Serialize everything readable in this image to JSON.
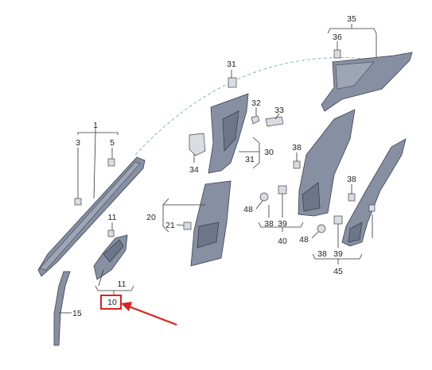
{
  "diagram": {
    "callouts": {
      "c1": "1",
      "c3": "3",
      "c5": "5",
      "c10": "10",
      "c11a": "11",
      "c11b": "11",
      "c15": "15",
      "c20": "20",
      "c21": "21",
      "c30": "30",
      "c31a": "31",
      "c31b": "31",
      "c32": "32",
      "c33": "33",
      "c34": "34",
      "c35": "35",
      "c36": "36",
      "c38a": "38",
      "c38b": "38",
      "c38c": "38",
      "c38d": "38",
      "c39a": "39",
      "c39b": "39",
      "c40": "40",
      "c45": "45",
      "c48a": "48",
      "c48b": "48"
    },
    "highlight": {
      "target": "10",
      "color": "#e02020"
    },
    "colors": {
      "panel": "#8790a3",
      "panel_dark": "#6d7588",
      "leader": "#333333",
      "arc": "#6fa9a0"
    }
  }
}
